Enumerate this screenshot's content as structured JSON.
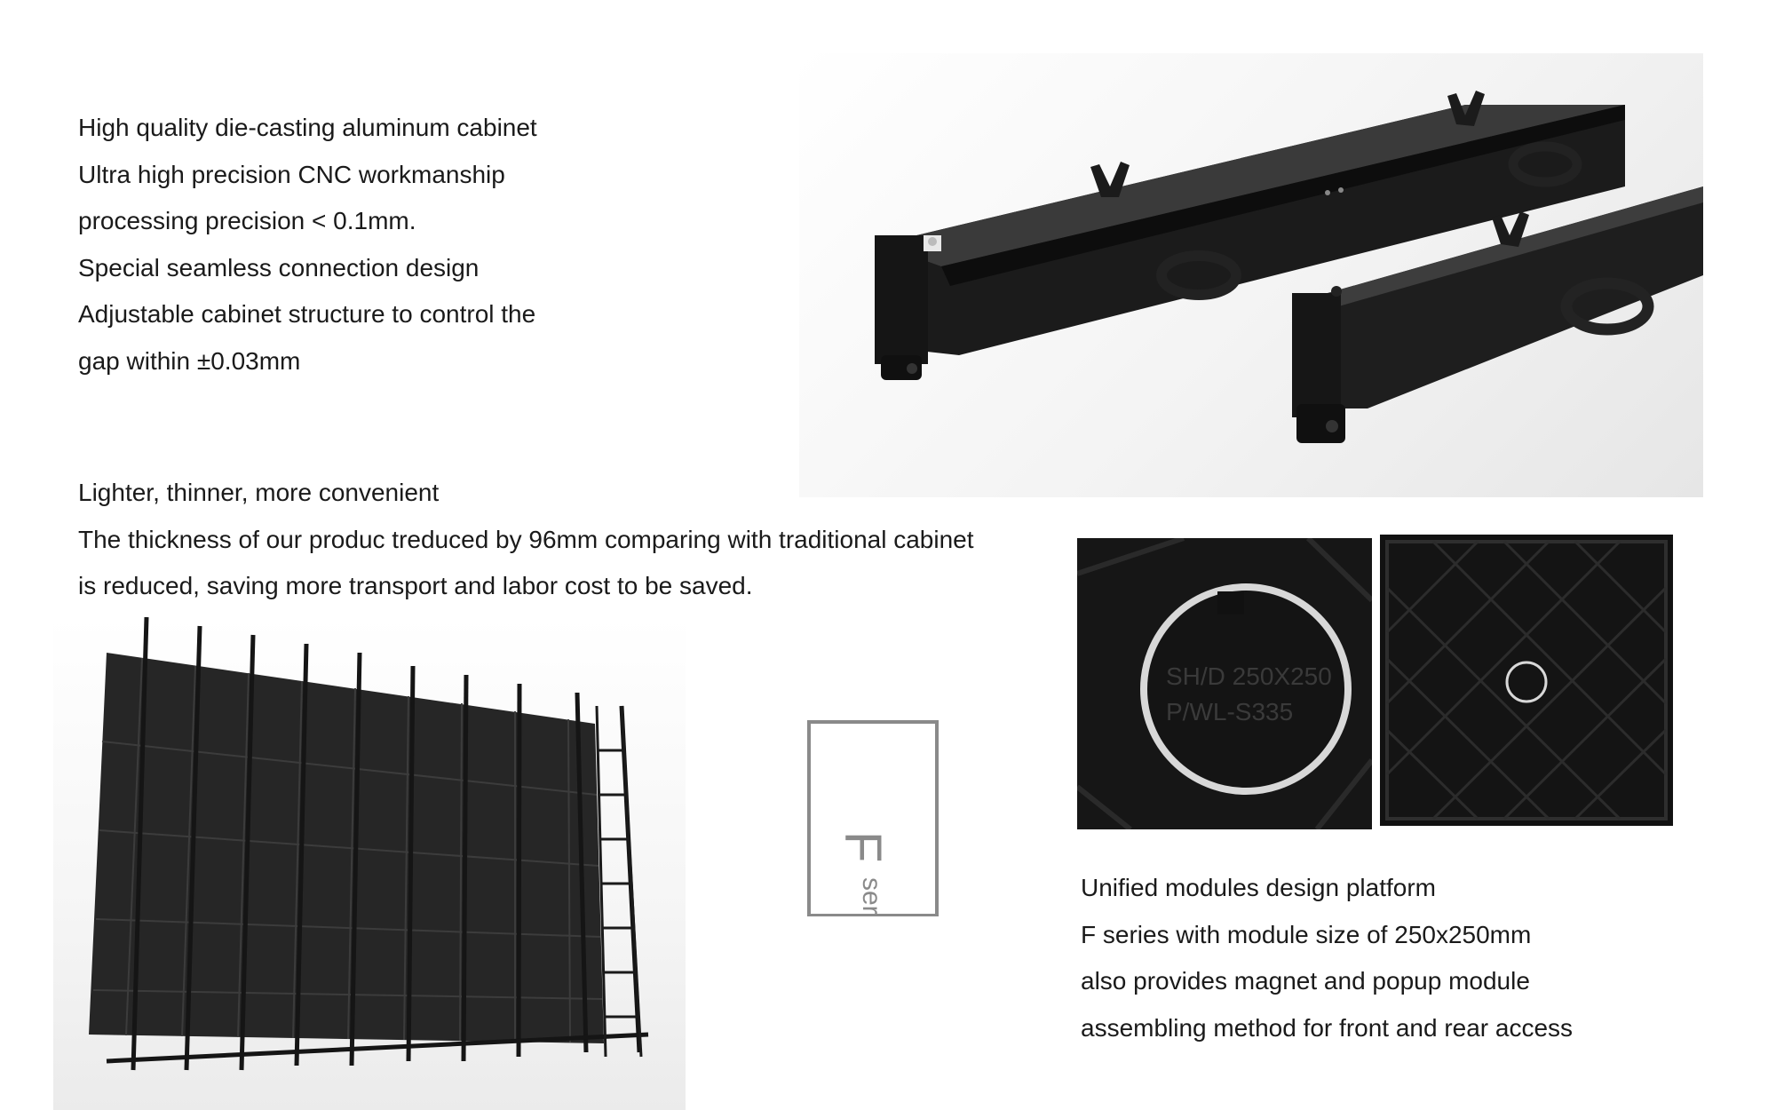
{
  "cabinet_features": {
    "lines": [
      "High quality die-casting aluminum cabinet",
      "Ultra high precision CNC workmanship",
      "processing precision < 0.1mm.",
      "Special seamless connection design",
      "Adjustable cabinet structure to control the",
      "gap within ±0.03mm"
    ]
  },
  "thin_design": {
    "lines": [
      "Lighter, thinner, more convenient",
      "The thickness of our produc treduced by 96mm comparing with traditional cabinet",
      "is reduced, saving more transport and labor cost to be saved."
    ]
  },
  "series_badge": {
    "letter": "F",
    "word": "series",
    "color": "#8a8a8a"
  },
  "modules": {
    "lines": [
      "Unified modules design platform",
      "F series with module size of 250x250mm",
      "also provides magnet and popup module",
      "assembling method for front and rear access"
    ],
    "module_marking": [
      "SH/D 250X250",
      "P/WL-S335"
    ]
  },
  "colors": {
    "text": "#1a1a1a",
    "cabinet_black": "#1e1e1e",
    "silver_ring": "#d8d8d8"
  }
}
